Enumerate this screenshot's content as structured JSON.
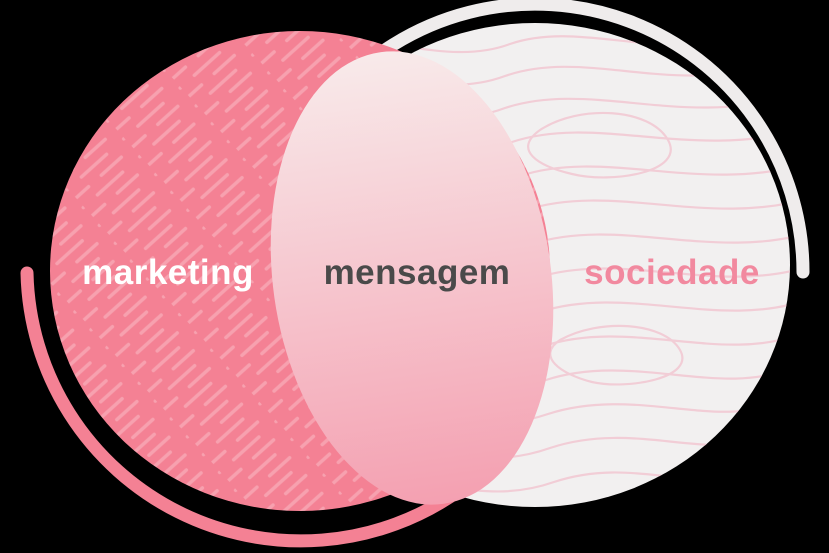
{
  "diagram": {
    "type": "venn",
    "left_set": {
      "label": "marketing"
    },
    "intersection": {
      "label": "mensagem"
    },
    "right_set": {
      "label": "sociedade"
    }
  },
  "colors": {
    "background": "#000000",
    "left_circle": "#f48194",
    "left_hatch": "rgba(255,255,255,0.25)",
    "right_circle": "#f2f0f0",
    "right_contour": "#f2cdd6",
    "lens_top": "#f8eaea",
    "lens_bottom": "#f4a0b1",
    "outer_arc_light": "#efecec",
    "outer_arc_pink": "#f48194",
    "label_left_color": "#ffffff",
    "label_center_color": "#4a4a4a",
    "label_right_color": "#f2899f"
  }
}
